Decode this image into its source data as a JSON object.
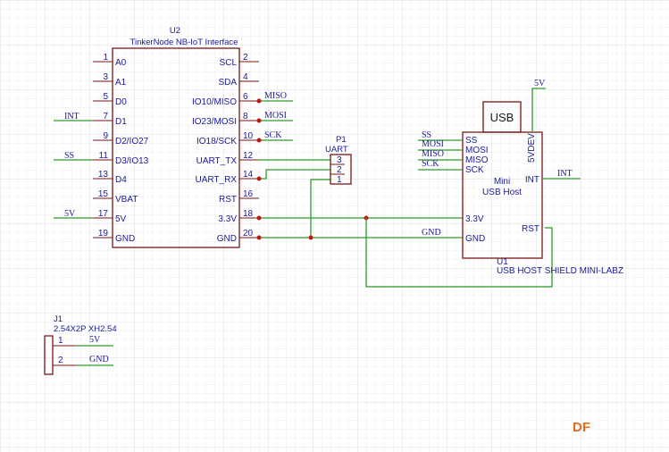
{
  "u2": {
    "ref": "U2",
    "name": "TinkerNode NB-IoT Interface",
    "left_pins": [
      {
        "num": "1",
        "name": "A0"
      },
      {
        "num": "3",
        "name": "A1"
      },
      {
        "num": "5",
        "name": "D0"
      },
      {
        "num": "7",
        "name": "D1"
      },
      {
        "num": "9",
        "name": "D2/IO27"
      },
      {
        "num": "11",
        "name": "D3/IO13"
      },
      {
        "num": "13",
        "name": "D4"
      },
      {
        "num": "15",
        "name": "VBAT"
      },
      {
        "num": "17",
        "name": "5V"
      },
      {
        "num": "19",
        "name": "GND"
      }
    ],
    "right_pins": [
      {
        "num": "2",
        "name": "SCL"
      },
      {
        "num": "4",
        "name": "SDA"
      },
      {
        "num": "6",
        "name": "IO10/MISO"
      },
      {
        "num": "8",
        "name": "IO23/MOSI"
      },
      {
        "num": "10",
        "name": "IO18/SCK"
      },
      {
        "num": "12",
        "name": "UART_TX"
      },
      {
        "num": "14",
        "name": "UART_RX"
      },
      {
        "num": "16",
        "name": "RST"
      },
      {
        "num": "18",
        "name": "3.3V"
      },
      {
        "num": "20",
        "name": "GND"
      }
    ],
    "left_nets": {
      "int": "INT",
      "ss": "SS",
      "v5": "5V"
    },
    "right_nets": {
      "miso": "MISO",
      "mosi": "MOSI",
      "sck": "SCK"
    }
  },
  "p1": {
    "ref": "P1",
    "name": "UART",
    "pins": [
      "3",
      "2",
      "1"
    ]
  },
  "u1": {
    "ref": "U1",
    "name": "USB HOST SHIELD MINI-LABZ",
    "usb_label": "USB",
    "body_line1": "Mini",
    "body_line2": "USB Host",
    "left_pins": [
      "SS",
      "MOSI",
      "MISO",
      "SCK",
      "3.3V",
      "GND"
    ],
    "right_pins": [
      "INT",
      "RST"
    ],
    "top_pin": "5VDEV",
    "left_nets": [
      "SS",
      "MOSI",
      "MISO",
      "SCK"
    ],
    "top_net": "5V",
    "right_net": "INT",
    "gnd_net": "GND"
  },
  "j1": {
    "ref": "J1",
    "name": "2.54X2P XH2.54",
    "pins": [
      {
        "num": "1",
        "net": "5V"
      },
      {
        "num": "2",
        "net": "GND"
      }
    ]
  },
  "gnd_net": "GND",
  "watermark": "DF"
}
